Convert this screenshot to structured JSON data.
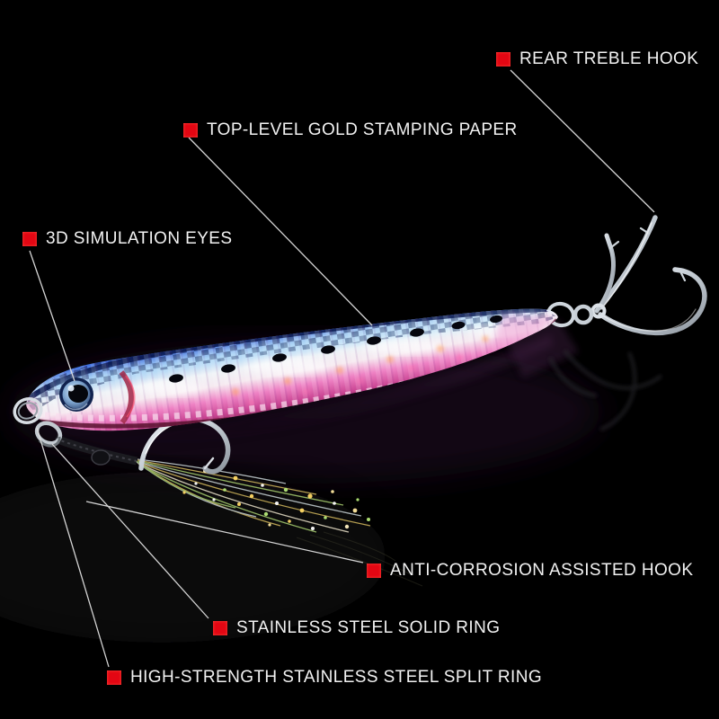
{
  "background": "#000000",
  "style": {
    "marker_color": "#e30613",
    "leader_line_color": "#e0e0e0",
    "text_color": "#f2f2f2"
  },
  "scene": {
    "subject": "metal-jig-fishing-lure",
    "body_colors": {
      "back_blue": "#1533a8",
      "holo_silver": "#eef2f6",
      "belly_pink": "#e06bb4",
      "belly_edge": "#5a1230"
    }
  },
  "callouts": [
    {
      "id": "rear-treble-hook",
      "text": "REAR TREBLE HOOK"
    },
    {
      "id": "gold-stamping-paper",
      "text": "TOP-LEVEL GOLD STAMPING PAPER"
    },
    {
      "id": "3d-simulation-eyes",
      "text": "3D SIMULATION EYES"
    },
    {
      "id": "anti-corrosion-assisted-hook",
      "text": "ANTI-CORROSION ASSISTED HOOK"
    },
    {
      "id": "stainless-steel-solid-ring",
      "text": "STAINLESS STEEL SOLID RING"
    },
    {
      "id": "high-strength-split-ring",
      "text": "HIGH-STRENGTH STAINLESS STEEL SPLIT RING"
    }
  ]
}
